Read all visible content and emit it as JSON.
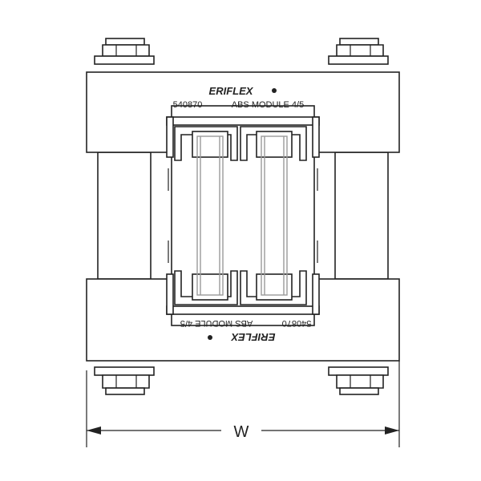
{
  "label_top": {
    "brand": "ERIFLEX",
    "part_number": "540870",
    "module_name": "ABS MODULE 4/5"
  },
  "label_bottom": {
    "brand": "ERIFLEX",
    "part_number": "540870",
    "module_name": "ABS MODULE 4/5"
  },
  "dimension": {
    "label": "W"
  },
  "colors": {
    "line": "#222222",
    "busbar": "#9a9a9a",
    "background": "#ffffff"
  }
}
